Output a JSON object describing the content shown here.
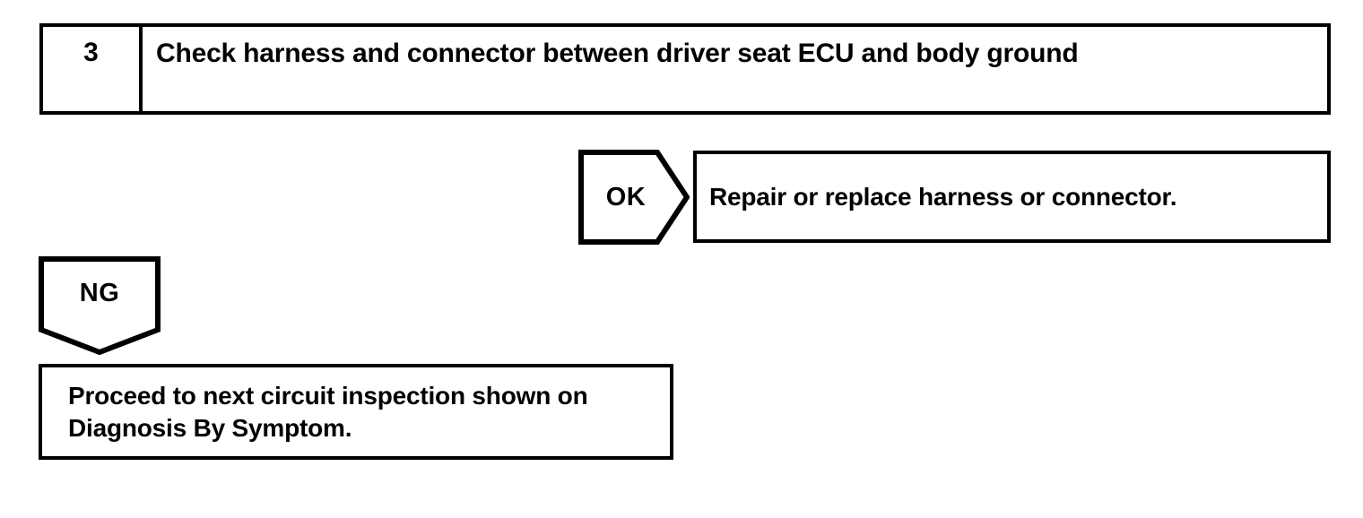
{
  "page": {
    "background_color": "#ffffff",
    "line_color": "#000000",
    "text_color": "#000000"
  },
  "step": {
    "number": "3",
    "title": "Check harness and connector between driver seat ECU and body ground"
  },
  "branches": {
    "ok": {
      "label": "OK",
      "shape": "right-pointing-pentagon",
      "result": "Repair or replace harness or connector."
    },
    "ng": {
      "label": "NG",
      "shape": "down-pointing-pentagon",
      "result_line1": "Proceed to next circuit inspection shown on",
      "result_line2": "Diagnosis By Symptom."
    }
  }
}
